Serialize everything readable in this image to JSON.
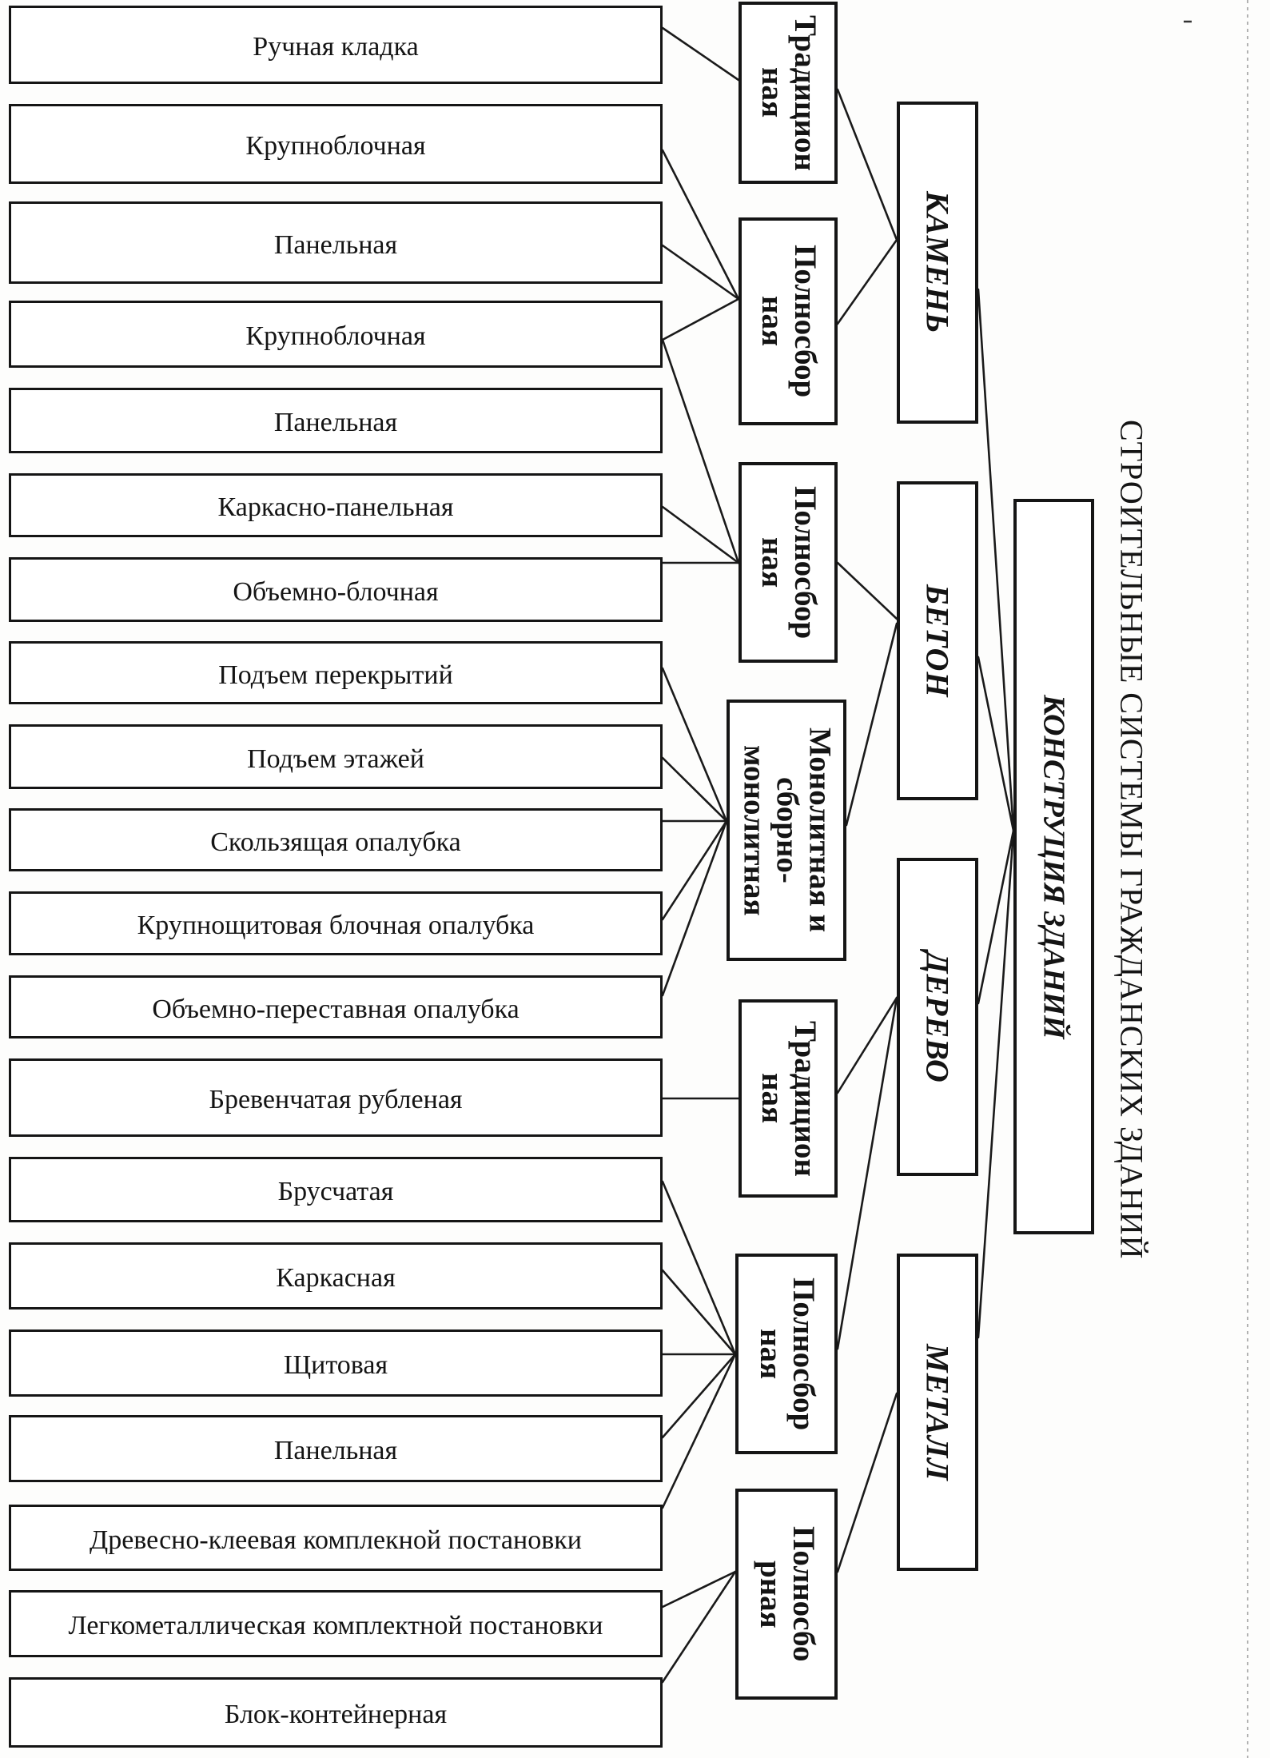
{
  "title": "СТРОИТЕЛЬНЫЕ СИСТЕМЫ ГРАЖДАНСКИХ ЗДАНИЙ",
  "root": "КОНСТРУЦИЯ ЗДАНИЙ",
  "materials": [
    {
      "name": "КАМЕНЬ",
      "methods": [
        {
          "label": [
            "Традицион",
            "ная"
          ],
          "systems": [
            "Ручная кладка"
          ]
        },
        {
          "label": [
            "Полносбор",
            "ная"
          ],
          "systems": [
            "Крупноблочная",
            "Панельная"
          ]
        }
      ]
    },
    {
      "name": "БЕТОН",
      "methods": [
        {
          "label": [
            "Полносбор",
            "ная"
          ],
          "systems": [
            "Крупноблочная",
            "Панельная",
            "Каркасно-панельная",
            "Объемно-блочная"
          ]
        },
        {
          "label": [
            "Монолитная и",
            "сборно-",
            "монолитная"
          ],
          "systems": [
            "Подъем перекрытий",
            "Подъем этажей",
            "Скользящая опалубка",
            "Крупнощитовая блочная опалубка",
            "Объемно-переставная опалубка"
          ]
        }
      ]
    },
    {
      "name": "ДЕРЕВО",
      "methods": [
        {
          "label": [
            "Традицион",
            "ная"
          ],
          "systems": [
            "Бревенчатая рубленая"
          ]
        },
        {
          "label": [
            "Полносбор",
            "ная"
          ],
          "systems": [
            "Брусчатая",
            "Каркасная",
            "Щитовая",
            "Панельная",
            "Древесно-клеевая комплекной постановки"
          ]
        }
      ]
    },
    {
      "name": "МЕТАЛЛ",
      "methods": [
        {
          "label": [
            "Полносбо",
            "рная"
          ],
          "systems": [
            "Легкометаллическая комплектной постановки",
            "Блок-контейнерная"
          ]
        }
      ]
    }
  ]
}
